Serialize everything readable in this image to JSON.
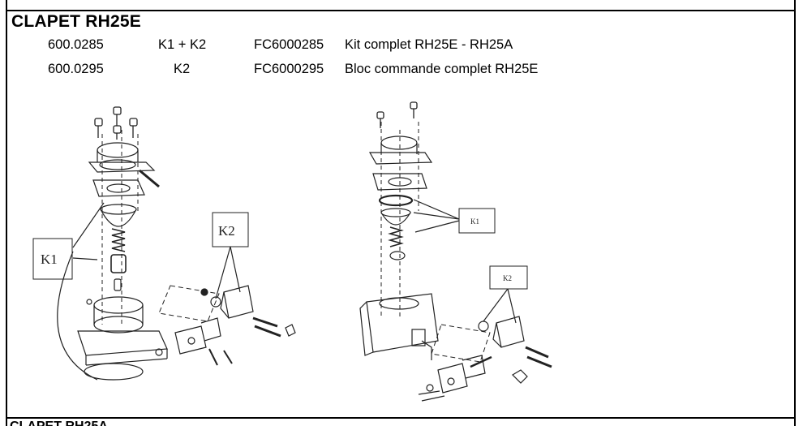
{
  "section": {
    "title": "CLAPET RH25E",
    "rows": [
      {
        "ref": "600.0285",
        "kit": "K1 + K2",
        "code": "FC6000285",
        "description": "Kit complet RH25E - RH25A"
      },
      {
        "ref": "600.0295",
        "kit": "K2",
        "code": "FC6000295",
        "description": "Bloc commande complet RH25E"
      }
    ]
  },
  "diagrams": {
    "left": {
      "k1_label": "K1",
      "k2_label": "K2"
    },
    "right": {
      "k1_label": "K1",
      "k2_label": "K2"
    }
  },
  "next_section": {
    "title": "CLAPET RH25A"
  }
}
